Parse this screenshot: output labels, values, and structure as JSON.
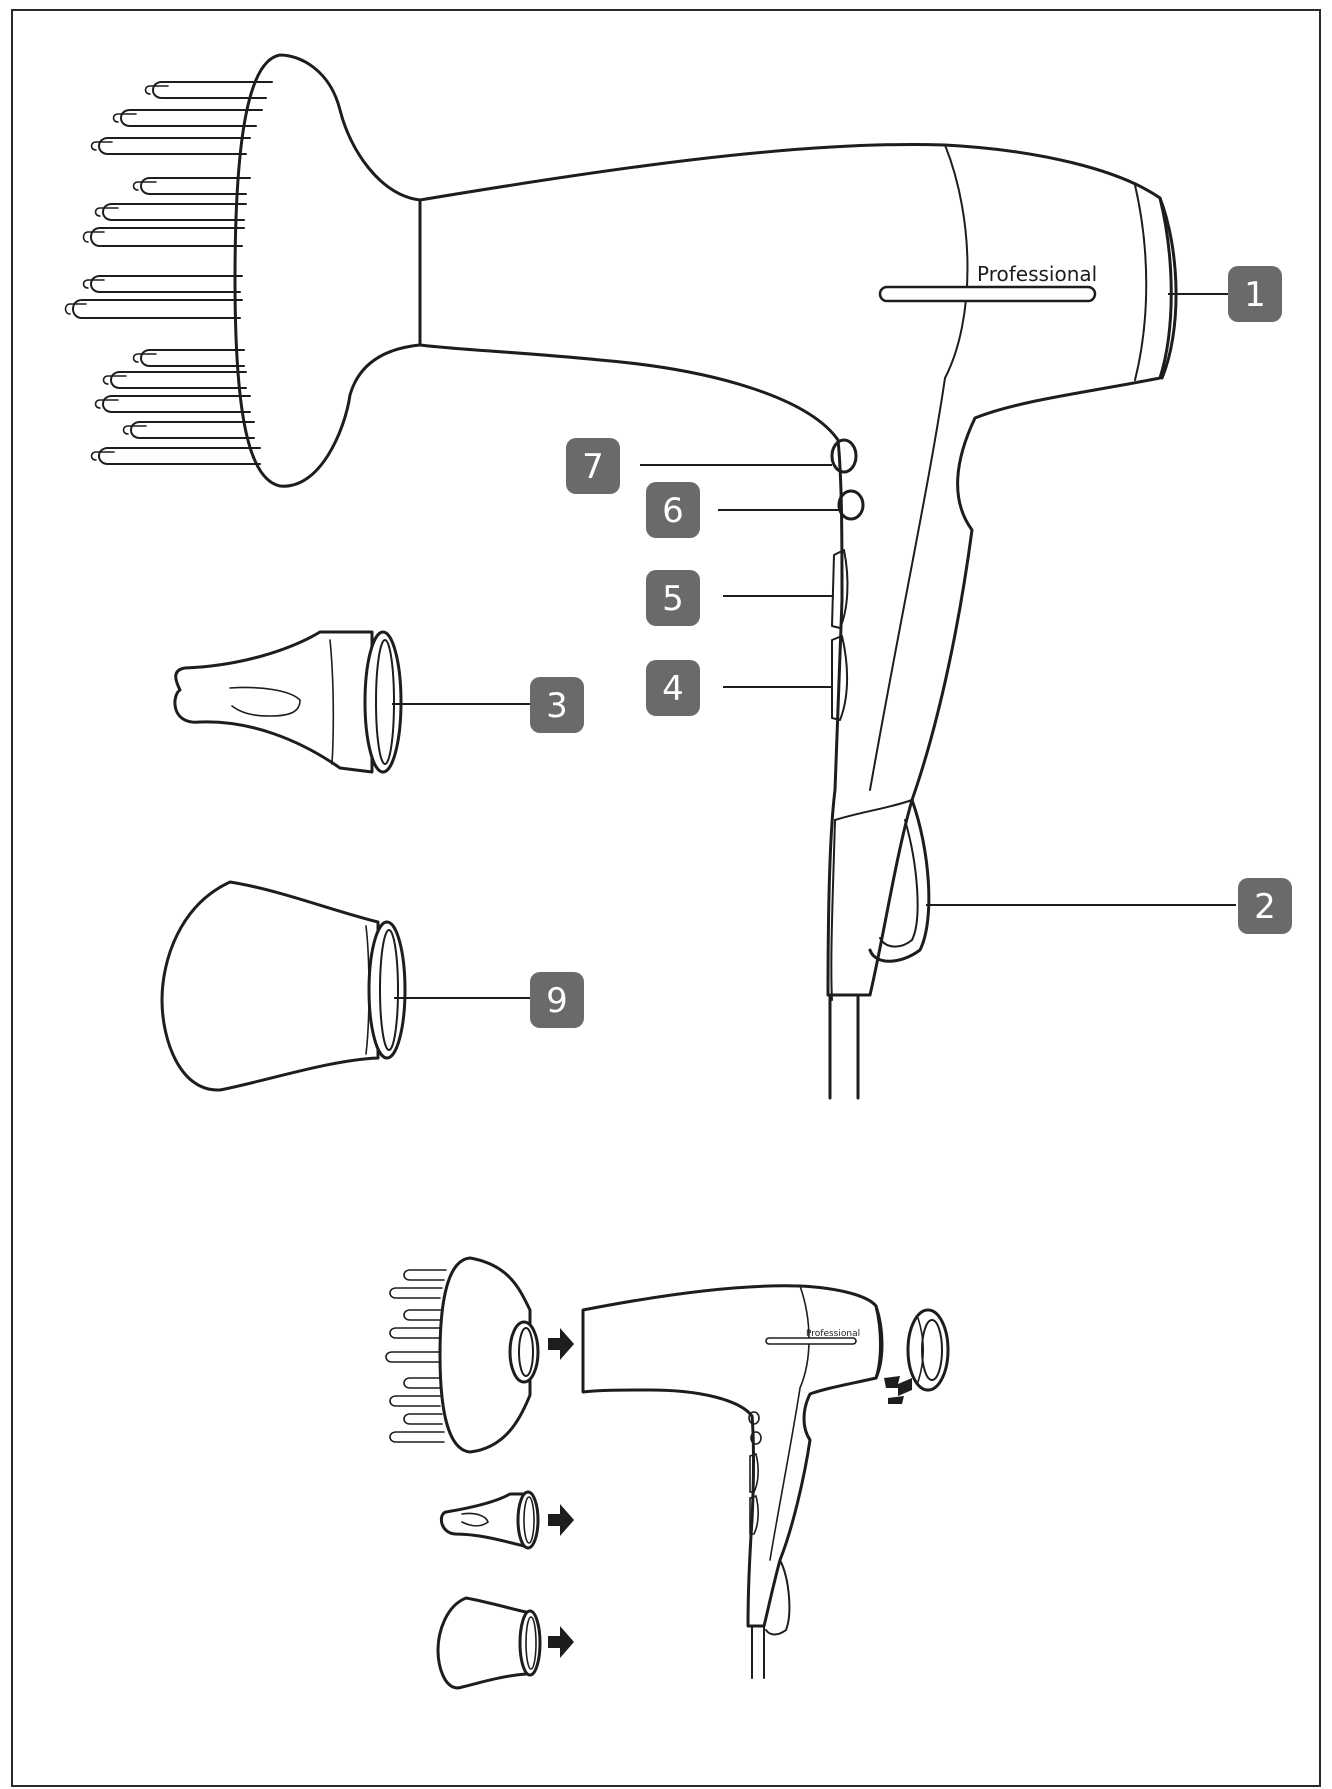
{
  "brand_label": "Professional",
  "brand_label_small": "Professional",
  "callouts": [
    "1",
    "2",
    "3",
    "4",
    "5",
    "6",
    "7",
    "9"
  ],
  "colors": {
    "line": "#1d1d1d",
    "badge": "#6a6a6a",
    "badge_text": "#ffffff",
    "background": "#ffffff"
  },
  "icons": [
    "hair-dryer-icon",
    "diffuser-icon",
    "concentrator-nozzle-icon",
    "volume-nozzle-icon",
    "filter-cap-icon",
    "arrow-right-icon"
  ]
}
